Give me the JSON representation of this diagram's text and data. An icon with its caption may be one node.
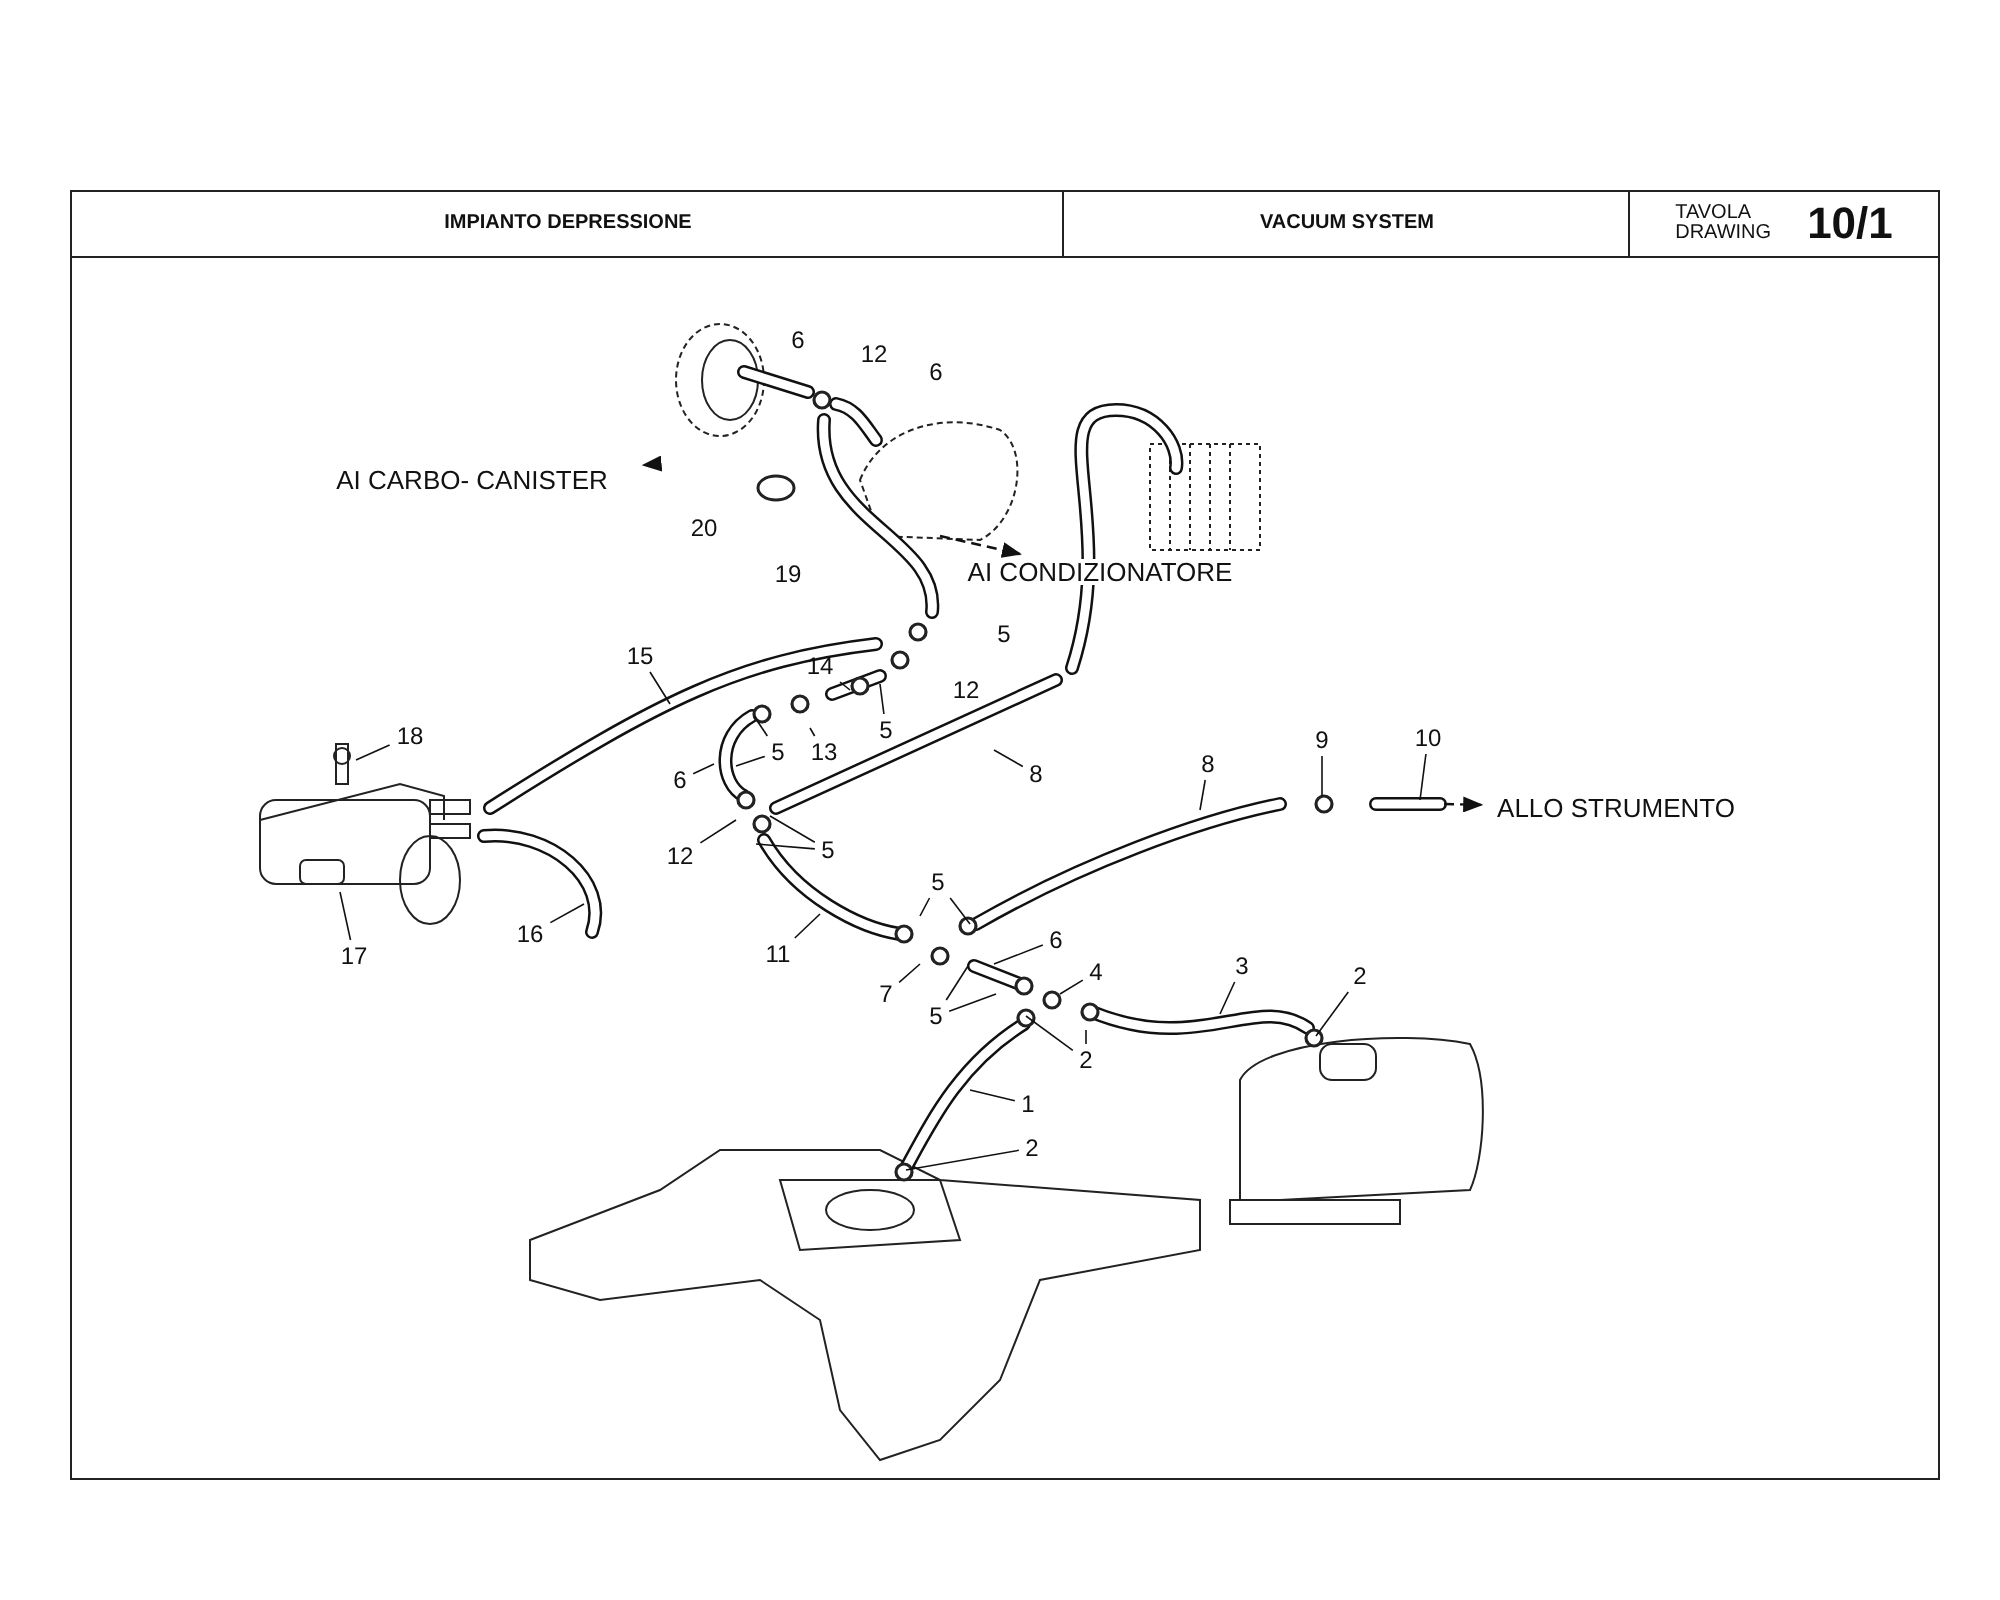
{
  "diagram": {
    "nodes": [
      {
        "text": [
          "6"
        ]
      },
      {
        "text": [
          "12"
        ]
      },
      {
        "text": [
          "6"
        ]
      },
      {
        "text": [
          "20"
        ]
      },
      {
        "text": [
          "19"
        ]
      },
      {
        "text": [
          "5"
        ]
      },
      {
        "text": [
          "15"
        ]
      },
      {
        "text": [
          "14"
        ]
      },
      {
        "text": [
          "5"
        ]
      },
      {
        "text": [
          "12"
        ]
      },
      {
        "text": [
          "13"
        ]
      },
      {
        "text": [
          "5"
        ]
      },
      {
        "text": [
          "6"
        ]
      },
      {
        "text": [
          "18"
        ]
      },
      {
        "text": [
          "8"
        ]
      },
      {
        "text": [
          "12"
        ]
      },
      {
        "text": [
          "5"
        ]
      },
      {
        "text": [
          "8"
        ]
      },
      {
        "text": [
          "9"
        ]
      },
      {
        "text": [
          "10"
        ]
      },
      {
        "text": [
          "11"
        ]
      },
      {
        "text": [
          "5"
        ]
      },
      {
        "text": [
          "6"
        ]
      },
      {
        "text": [
          "7"
        ]
      },
      {
        "text": [
          "4"
        ]
      },
      {
        "text": [
          "5"
        ]
      },
      {
        "text": [
          "2"
        ]
      },
      {
        "text": [
          "3"
        ]
      },
      {
        "text": [
          "2"
        ]
      },
      {
        "text": [
          "1"
        ]
      },
      {
        "text": [
          "2"
        ]
      },
      {
        "text": [
          "16"
        ]
      },
      {
        "text": [
          "17"
        ]
      },
      {
        "text": [
          "AI CARBO- CANISTER"
        ]
      },
      {
        "text": [
          "AI CONDIZIONATORE"
        ]
      },
      {
        "text": [
          "ALLO STRUMENTO"
        ]
      }
    ],
    "edges": [
      {
        "from": 6,
        "to": null,
        "arrow": "none"
      },
      {
        "from": 7,
        "to": null,
        "arrow": "none"
      },
      {
        "from": 8,
        "to": null,
        "arrow": "none"
      },
      {
        "from": 10,
        "to": null,
        "arrow": "none"
      },
      {
        "from": 11,
        "to": null,
        "arrow": "none"
      },
      {
        "from": 11,
        "to": null,
        "arrow": "none"
      },
      {
        "from": 12,
        "to": null,
        "arrow": "none"
      },
      {
        "from": 13,
        "to": null,
        "arrow": "none"
      },
      {
        "from": 14,
        "to": null,
        "arrow": "none"
      },
      {
        "from": 15,
        "to": null,
        "arrow": "none"
      },
      {
        "from": 16,
        "to": null,
        "arrow": "none"
      },
      {
        "from": 16,
        "to": null,
        "arrow": "none"
      },
      {
        "from": 17,
        "to": null,
        "arrow": "none"
      },
      {
        "from": 18,
        "to": null,
        "arrow": "none"
      },
      {
        "from": 19,
        "to": null,
        "arrow": "none"
      },
      {
        "from": 20,
        "to": null,
        "arrow": "none"
      },
      {
        "from": 21,
        "to": null,
        "arrow": "none"
      },
      {
        "from": 21,
        "to": null,
        "arrow": "none"
      },
      {
        "from": 22,
        "to": null,
        "arrow": "none"
      },
      {
        "from": 23,
        "to": null,
        "arrow": "none"
      },
      {
        "from": 24,
        "to": null,
        "arrow": "none"
      },
      {
        "from": 25,
        "to": null,
        "arrow": "none"
      },
      {
        "from": 25,
        "to": null,
        "arrow": "none"
      },
      {
        "from": 26,
        "to": null,
        "arrow": "none"
      },
      {
        "from": 26,
        "to": null,
        "arrow": "none"
      },
      {
        "from": 27,
        "to": null,
        "arrow": "none"
      },
      {
        "from": 28,
        "to": null,
        "arrow": "none"
      },
      {
        "from": 29,
        "to": null,
        "arrow": "none"
      },
      {
        "from": 30,
        "to": null,
        "arrow": "none"
      },
      {
        "from": 31,
        "to": null,
        "arrow": "none"
      },
      {
        "from": 32,
        "to": null,
        "arrow": "none"
      },
      {
        "from": null,
        "to": 33,
        "arrow": "to",
        "style": "dashed"
      },
      {
        "from": null,
        "to": 34,
        "arrow": "to",
        "style": "dashed"
      },
      {
        "from": null,
        "to": 35,
        "arrow": "to",
        "style": "dashed"
      }
    ],
    "labels": [
      "IMPIANTO DEPRESSIONE",
      "VACUUM SYSTEM",
      "TAVOLA",
      "DRAWING",
      "10/1"
    ]
  }
}
